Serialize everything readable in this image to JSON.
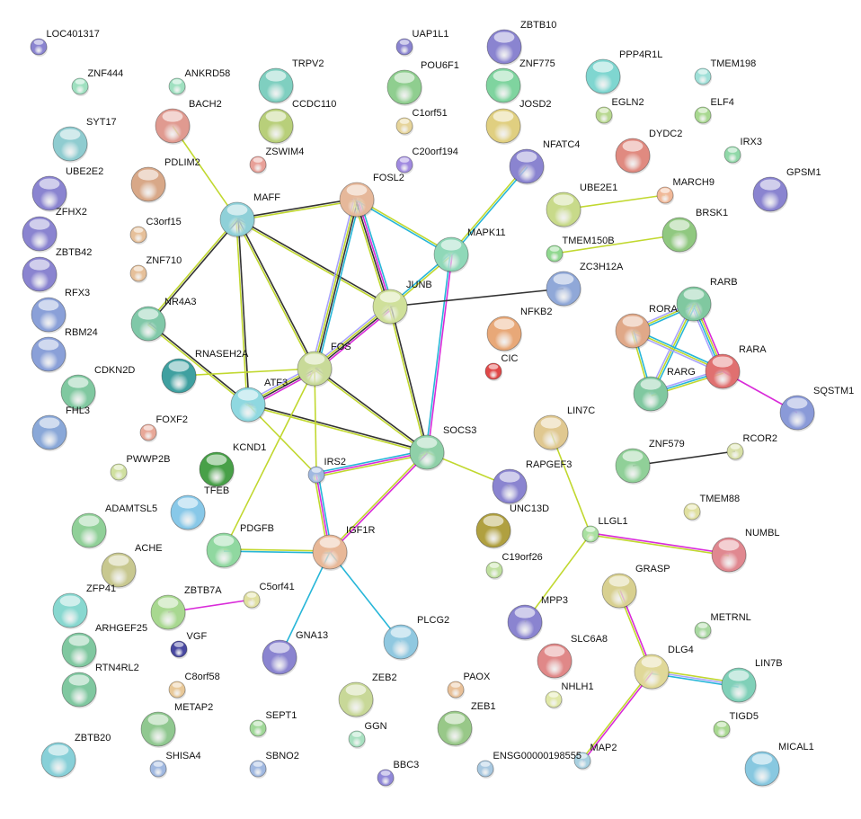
{
  "evidence_colors": {
    "coexpression": "#333333",
    "textmining": "#c1d82f",
    "database": "#27b6d8",
    "experiments": "#d92bd9",
    "homology": "#a9a4ff"
  },
  "nodes": [
    {
      "id": "LOC401317",
      "color": "#8a84d0"
    },
    {
      "id": "ZNF444",
      "color": "#9fe0c0"
    },
    {
      "id": "ANKRD58",
      "color": "#9fe0c0"
    },
    {
      "id": "TRPV2",
      "color": "#7fcfc0"
    },
    {
      "id": "UAP1L1",
      "color": "#8a84d0"
    },
    {
      "id": "POU6F1",
      "color": "#8fce8f"
    },
    {
      "id": "ZBTB10",
      "color": "#8a84d0"
    },
    {
      "id": "ZNF775",
      "color": "#7fd49f"
    },
    {
      "id": "PPP4R1L",
      "color": "#7fd6d0"
    },
    {
      "id": "TMEM198",
      "color": "#9fe0d8"
    },
    {
      "id": "SYT17",
      "color": "#8fccd0"
    },
    {
      "id": "BACH2",
      "color": "#e09a90"
    },
    {
      "id": "CCDC110",
      "color": "#b8cf7a"
    },
    {
      "id": "C1orf51",
      "color": "#e6d49a"
    },
    {
      "id": "JOSD2",
      "color": "#e0cf80"
    },
    {
      "id": "EGLN2",
      "color": "#b8d890"
    },
    {
      "id": "ELF4",
      "color": "#a8d890"
    },
    {
      "id": "DYDC2",
      "color": "#e08a80"
    },
    {
      "id": "ZSWIM4",
      "color": "#e8a098"
    },
    {
      "id": "C20orf194",
      "color": "#a08ae0"
    },
    {
      "id": "NFATC4",
      "color": "#8a84d0"
    },
    {
      "id": "IRX3",
      "color": "#90d8a8"
    },
    {
      "id": "UBE2E2",
      "color": "#8a84d0"
    },
    {
      "id": "PDLIM2",
      "color": "#d8a888"
    },
    {
      "id": "FOSL2",
      "color": "#e6b89a"
    },
    {
      "id": "GPSM1",
      "color": "#8a84d0"
    },
    {
      "id": "MARCH9",
      "color": "#f0b898"
    },
    {
      "id": "UBE2E1",
      "color": "#c8da8a"
    },
    {
      "id": "MAFF",
      "color": "#8fd0d8"
    },
    {
      "id": "ZFHX2",
      "color": "#8a84d0"
    },
    {
      "id": "C3orf15",
      "color": "#e6c09a"
    },
    {
      "id": "BRSK1",
      "color": "#90c880"
    },
    {
      "id": "TMEM150B",
      "color": "#90d890"
    },
    {
      "id": "MAPK11",
      "color": "#8fd8b8"
    },
    {
      "id": "ZBTB42",
      "color": "#8a84d0"
    },
    {
      "id": "ZNF710",
      "color": "#e6c09a"
    },
    {
      "id": "ZC3H12A",
      "color": "#90a8d8"
    },
    {
      "id": "RARB",
      "color": "#80c8a0"
    },
    {
      "id": "JUNB",
      "color": "#cfe09a"
    },
    {
      "id": "NR4A3",
      "color": "#80c8a8"
    },
    {
      "id": "RFX3",
      "color": "#8aa0d8"
    },
    {
      "id": "NFKB2",
      "color": "#e8a878"
    },
    {
      "id": "RORA",
      "color": "#e0a888"
    },
    {
      "id": "RBM24",
      "color": "#8aa0d8"
    },
    {
      "id": "RNASEH2A",
      "color": "#3fa0a0"
    },
    {
      "id": "FOS",
      "color": "#c8da98"
    },
    {
      "id": "CIC",
      "color": "#e04848"
    },
    {
      "id": "RARA",
      "color": "#e07070"
    },
    {
      "id": "RARG",
      "color": "#80c8a0"
    },
    {
      "id": "CDKN2D",
      "color": "#80c8a0"
    },
    {
      "id": "ATF3",
      "color": "#8fd8e0"
    },
    {
      "id": "SQSTM1",
      "color": "#8a9ad8"
    },
    {
      "id": "FHL3",
      "color": "#8aa8d8"
    },
    {
      "id": "FOXF2",
      "color": "#e8a898"
    },
    {
      "id": "LIN7C",
      "color": "#e0c890"
    },
    {
      "id": "SOCS3",
      "color": "#8fd0a8"
    },
    {
      "id": "RCOR2",
      "color": "#d8e0a8"
    },
    {
      "id": "PWWP2B",
      "color": "#d0e0a0"
    },
    {
      "id": "KCND1",
      "color": "#48a048"
    },
    {
      "id": "IRS2",
      "color": "#a0b8e0"
    },
    {
      "id": "ZNF579",
      "color": "#90d098"
    },
    {
      "id": "RAPGEF3",
      "color": "#8a84d0"
    },
    {
      "id": "TFEB",
      "color": "#88c8e8"
    },
    {
      "id": "ADAMTSL5",
      "color": "#90d098"
    },
    {
      "id": "UNC13D",
      "color": "#b0a040"
    },
    {
      "id": "TMEM88",
      "color": "#e0e0a0"
    },
    {
      "id": "LLGL1",
      "color": "#a8e0a0"
    },
    {
      "id": "PDGFB",
      "color": "#90d8a0"
    },
    {
      "id": "IGF1R",
      "color": "#e8b898"
    },
    {
      "id": "NUMBL",
      "color": "#e08890"
    },
    {
      "id": "ACHE",
      "color": "#c8c890"
    },
    {
      "id": "C19orf26",
      "color": "#c0e0a0"
    },
    {
      "id": "GRASP",
      "color": "#d8d090"
    },
    {
      "id": "C5orf41",
      "color": "#e0e0a0"
    },
    {
      "id": "ZBTB7A",
      "color": "#a8d890"
    },
    {
      "id": "ZFP41",
      "color": "#88d8d0"
    },
    {
      "id": "MPP3",
      "color": "#8a84d0"
    },
    {
      "id": "PLCG2",
      "color": "#90c8e0"
    },
    {
      "id": "METRNL",
      "color": "#a8d8a0"
    },
    {
      "id": "VGF",
      "color": "#4848a0"
    },
    {
      "id": "SLC6A8",
      "color": "#e08888"
    },
    {
      "id": "GNA13",
      "color": "#8a84d0"
    },
    {
      "id": "ARHGEF25",
      "color": "#80c8a0"
    },
    {
      "id": "DLG4",
      "color": "#e0d898"
    },
    {
      "id": "LIN7B",
      "color": "#80d0b8"
    },
    {
      "id": "RTN4RL2",
      "color": "#80c8a0"
    },
    {
      "id": "C8orf58",
      "color": "#e8c898"
    },
    {
      "id": "NHLH1",
      "color": "#e0e8a8"
    },
    {
      "id": "PAOX",
      "color": "#e8c098"
    },
    {
      "id": "ZEB2",
      "color": "#c8d898"
    },
    {
      "id": "METAP2",
      "color": "#90c890"
    },
    {
      "id": "SEPT1",
      "color": "#a0d898"
    },
    {
      "id": "ZEB1",
      "color": "#98c888"
    },
    {
      "id": "GGN",
      "color": "#a8e0c0"
    },
    {
      "id": "TIGD5",
      "color": "#a8d890"
    },
    {
      "id": "MAP2",
      "color": "#a8d0e0"
    },
    {
      "id": "ZBTB20",
      "color": "#88d0d8"
    },
    {
      "id": "SHISA4",
      "color": "#a0b8e0"
    },
    {
      "id": "SBNO2",
      "color": "#a0b8e0"
    },
    {
      "id": "BBC3",
      "color": "#9088d8"
    },
    {
      "id": "ENSG00000198555",
      "color": "#a8c8e0"
    },
    {
      "id": "MICAL1",
      "color": "#88c8e0"
    }
  ],
  "edges": [
    {
      "a": "BACH2",
      "b": "MAFF",
      "evidence": [
        "textmining"
      ]
    },
    {
      "a": "MAFF",
      "b": "FOSL2",
      "evidence": [
        "coexpression",
        "textmining"
      ]
    },
    {
      "a": "MAFF",
      "b": "JUNB",
      "evidence": [
        "coexpression",
        "textmining"
      ]
    },
    {
      "a": "MAFF",
      "b": "FOS",
      "evidence": [
        "coexpression",
        "textmining"
      ]
    },
    {
      "a": "MAFF",
      "b": "ATF3",
      "evidence": [
        "coexpression",
        "textmining"
      ]
    },
    {
      "a": "MAFF",
      "b": "NR4A3",
      "evidence": [
        "coexpression",
        "textmining"
      ]
    },
    {
      "a": "FOSL2",
      "b": "FOS",
      "evidence": [
        "database",
        "coexpression",
        "textmining",
        "homology"
      ]
    },
    {
      "a": "FOSL2",
      "b": "JUNB",
      "evidence": [
        "database",
        "experiments",
        "coexpression",
        "textmining"
      ]
    },
    {
      "a": "FOSL2",
      "b": "MAPK11",
      "evidence": [
        "textmining",
        "database"
      ]
    },
    {
      "a": "MAPK11",
      "b": "JUNB",
      "evidence": [
        "textmining",
        "database"
      ]
    },
    {
      "a": "MAPK11",
      "b": "NFATC4",
      "evidence": [
        "textmining",
        "database"
      ]
    },
    {
      "a": "MAPK11",
      "b": "SOCS3",
      "evidence": [
        "experiments",
        "database"
      ]
    },
    {
      "a": "JUNB",
      "b": "ZC3H12A",
      "evidence": [
        "coexpression"
      ]
    },
    {
      "a": "JUNB",
      "b": "FOS",
      "evidence": [
        "experiments",
        "coexpression",
        "textmining",
        "homology"
      ]
    },
    {
      "a": "JUNB",
      "b": "SOCS3",
      "evidence": [
        "coexpression",
        "textmining"
      ]
    },
    {
      "a": "FOS",
      "b": "ATF3",
      "evidence": [
        "experiments",
        "coexpression",
        "textmining",
        "homology"
      ]
    },
    {
      "a": "NR4A3",
      "b": "ATF3",
      "evidence": [
        "coexpression",
        "textmining"
      ]
    },
    {
      "a": "RNASEH2A",
      "b": "FOS",
      "evidence": [
        "textmining"
      ]
    },
    {
      "a": "FOS",
      "b": "SOCS3",
      "evidence": [
        "coexpression",
        "textmining"
      ]
    },
    {
      "a": "ATF3",
      "b": "SOCS3",
      "evidence": [
        "coexpression",
        "textmining"
      ]
    },
    {
      "a": "ATF3",
      "b": "IRS2",
      "evidence": [
        "textmining"
      ]
    },
    {
      "a": "FOS",
      "b": "IRS2",
      "evidence": [
        "textmining"
      ]
    },
    {
      "a": "FOS",
      "b": "PDGFB",
      "evidence": [
        "textmining"
      ]
    },
    {
      "a": "IRS2",
      "b": "SOCS3",
      "evidence": [
        "database",
        "experiments",
        "textmining"
      ]
    },
    {
      "a": "IRS2",
      "b": "IGF1R",
      "evidence": [
        "database",
        "experiments",
        "textmining"
      ]
    },
    {
      "a": "SOCS3",
      "b": "IGF1R",
      "evidence": [
        "experiments",
        "textmining"
      ]
    },
    {
      "a": "SOCS3",
      "b": "RAPGEF3",
      "evidence": [
        "textmining"
      ]
    },
    {
      "a": "IGF1R",
      "b": "PDGFB",
      "evidence": [
        "database",
        "textmining"
      ]
    },
    {
      "a": "IGF1R",
      "b": "GNA13",
      "evidence": [
        "database"
      ]
    },
    {
      "a": "IGF1R",
      "b": "PLCG2",
      "evidence": [
        "database"
      ]
    },
    {
      "a": "ZBTB7A",
      "b": "C5orf41",
      "evidence": [
        "experiments"
      ]
    },
    {
      "a": "UBE2E1",
      "b": "MARCH9",
      "evidence": [
        "textmining"
      ]
    },
    {
      "a": "TMEM150B",
      "b": "BRSK1",
      "evidence": [
        "textmining"
      ]
    },
    {
      "a": "RARB",
      "b": "RORA",
      "evidence": [
        "database",
        "textmining",
        "homology"
      ]
    },
    {
      "a": "RARB",
      "b": "RARA",
      "evidence": [
        "experiments",
        "textmining",
        "database",
        "homology"
      ]
    },
    {
      "a": "RARB",
      "b": "RARG",
      "evidence": [
        "database",
        "textmining",
        "homology"
      ]
    },
    {
      "a": "RORA",
      "b": "RARA",
      "evidence": [
        "database",
        "textmining",
        "homology"
      ]
    },
    {
      "a": "RORA",
      "b": "RARG",
      "evidence": [
        "database",
        "textmining"
      ]
    },
    {
      "a": "RARA",
      "b": "RARG",
      "evidence": [
        "textmining",
        "database",
        "homology"
      ]
    },
    {
      "a": "RARA",
      "b": "SQSTM1",
      "evidence": [
        "experiments"
      ]
    },
    {
      "a": "ZNF579",
      "b": "RCOR2",
      "evidence": [
        "coexpression"
      ]
    },
    {
      "a": "LIN7C",
      "b": "LLGL1",
      "evidence": [
        "textmining"
      ]
    },
    {
      "a": "LLGL1",
      "b": "NUMBL",
      "evidence": [
        "experiments",
        "textmining"
      ]
    },
    {
      "a": "LLGL1",
      "b": "MPP3",
      "evidence": [
        "textmining"
      ]
    },
    {
      "a": "GRASP",
      "b": "DLG4",
      "evidence": [
        "experiments",
        "textmining"
      ]
    },
    {
      "a": "DLG4",
      "b": "LIN7B",
      "evidence": [
        "textmining",
        "homology",
        "database"
      ]
    },
    {
      "a": "DLG4",
      "b": "MAP2",
      "evidence": [
        "experiments",
        "textmining"
      ]
    }
  ]
}
